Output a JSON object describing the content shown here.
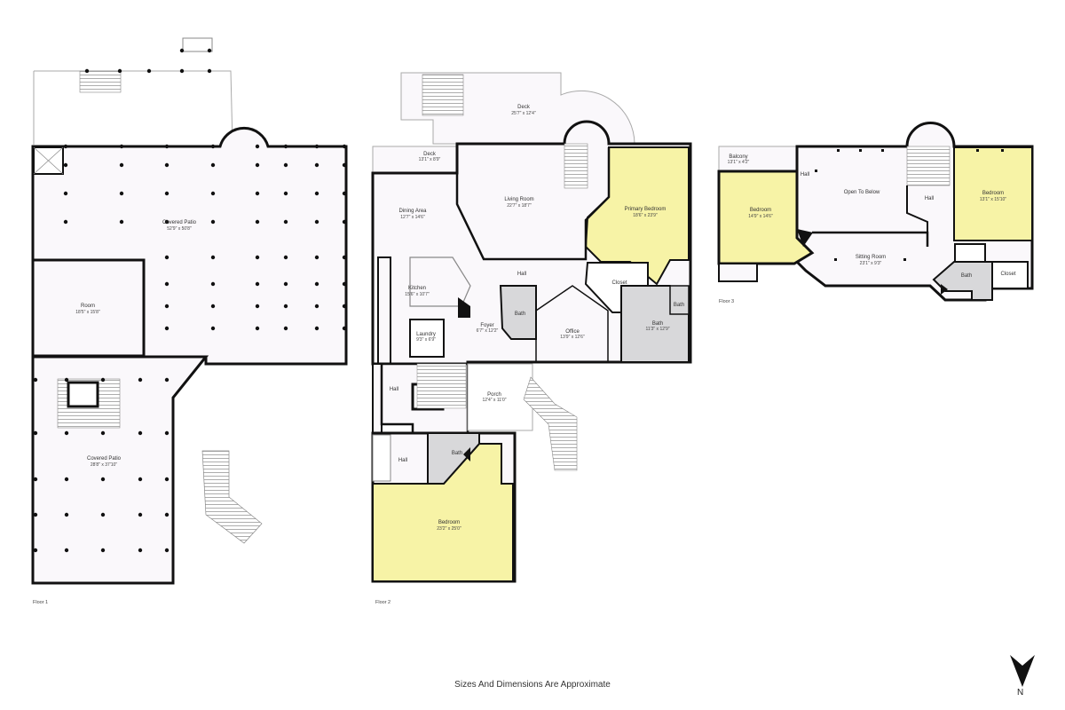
{
  "colors": {
    "wall": "#111111",
    "bedroom_fill": "#f7f3a6",
    "floor_fill": "#faf8fb",
    "bath_fill": "#d8d8da",
    "line": "#9a9a9a"
  },
  "floors": [
    {
      "label": "Floor 1",
      "rooms": [
        {
          "name": "Covered Patio",
          "dim": "52'9\" x 50'8\""
        },
        {
          "name": "Room",
          "dim": "18'5\" x 15'8\""
        },
        {
          "name": "Covered Patio",
          "dim": "28'8\" x 37'10\""
        }
      ]
    },
    {
      "label": "Floor 2",
      "rooms": [
        {
          "name": "Deck",
          "dim": "25'7\" x 12'4\""
        },
        {
          "name": "Deck",
          "dim": "13'1\" x 8'9\""
        },
        {
          "name": "Dining Area",
          "dim": "12'7\" x 14'6\""
        },
        {
          "name": "Living Room",
          "dim": "22'7\" x 18'7\""
        },
        {
          "name": "Primary Bedroom",
          "dim": "18'6\" x 23'9\""
        },
        {
          "name": "Kitchen",
          "dim": "15'6\" x 10'7\""
        },
        {
          "name": "Hall",
          "dim": ""
        },
        {
          "name": "Closet",
          "dim": ""
        },
        {
          "name": "Bath",
          "dim": ""
        },
        {
          "name": "Bath",
          "dim": ""
        },
        {
          "name": "Laundry",
          "dim": "9'3\" x 6'9\""
        },
        {
          "name": "Foyer",
          "dim": "6'7\" x 12'2\""
        },
        {
          "name": "Office",
          "dim": "13'9\" x 12'6\""
        },
        {
          "name": "Bath",
          "dim": "11'3\" x 12'9\""
        },
        {
          "name": "Hall",
          "dim": ""
        },
        {
          "name": "Porch",
          "dim": "12'4\" x 11'0\""
        },
        {
          "name": "Hall",
          "dim": ""
        },
        {
          "name": "Bath",
          "dim": ""
        },
        {
          "name": "Bedroom",
          "dim": "23'2\" x 25'0\""
        }
      ]
    },
    {
      "label": "Floor 3",
      "rooms": [
        {
          "name": "Balcony",
          "dim": "13'1\" x 4'2\""
        },
        {
          "name": "Hall",
          "dim": ""
        },
        {
          "name": "Open To Below",
          "dim": ""
        },
        {
          "name": "Hall",
          "dim": ""
        },
        {
          "name": "Bedroom",
          "dim": "13'1\" x 15'10\""
        },
        {
          "name": "Bedroom",
          "dim": "14'9\" x 14'6\""
        },
        {
          "name": "Sitting Room",
          "dim": "23'1\" x 9'3\""
        },
        {
          "name": "Bath",
          "dim": ""
        },
        {
          "name": "Closet",
          "dim": ""
        }
      ]
    }
  ],
  "footer": "Sizes And Dimensions Are Approximate",
  "compass": {
    "letter": "N",
    "icon": "north-arrow-icon"
  }
}
